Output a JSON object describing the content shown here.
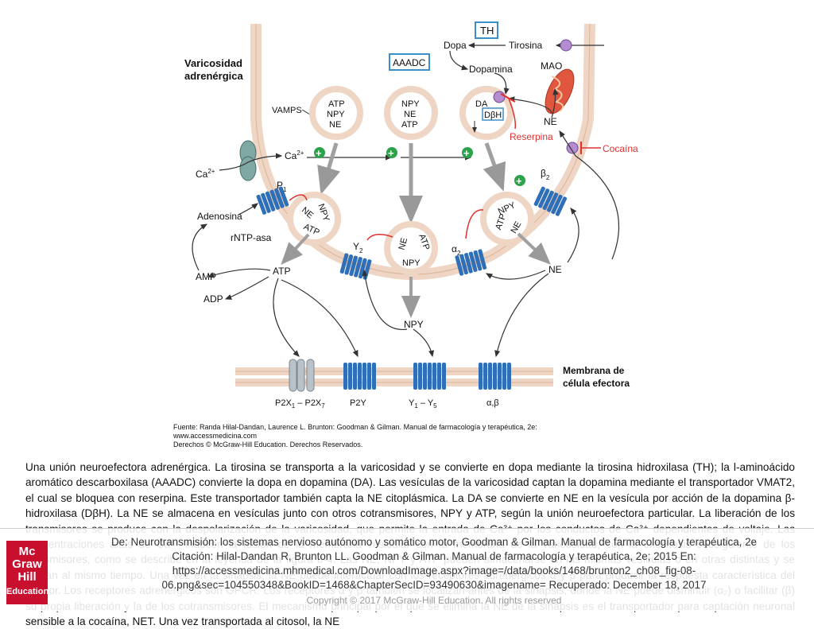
{
  "diagram": {
    "top_labels": {
      "th": "TH",
      "tirosina_top": "Tirosina",
      "dopa": "Dopa",
      "aaadc": "AAADC",
      "dopamina": "Dopamina",
      "mao": "MAO"
    },
    "varicosity_title": [
      "Varicosidad",
      "adrenérgica"
    ],
    "vamps": "VAMPS",
    "vesicle1": [
      "ATP",
      "NPY",
      "NE"
    ],
    "vesicle2": [
      "NPY",
      "NE",
      "ATP"
    ],
    "vesicle3": [
      "DA",
      "DβH"
    ],
    "ne_cytosol": "NE",
    "reserpina": "Reserpina",
    "cocaina": "Cocaína",
    "ca_out": "Ca",
    "ca_in": "Ca",
    "ca_sup": "2+",
    "plus": "+",
    "p1": "P",
    "p1_sub": "1",
    "beta2": "β",
    "beta2_sub": "2",
    "alpha2": "α",
    "alpha2_sub": "2",
    "y2": "Y",
    "y2_sub": "2",
    "fusing_left": [
      "NE",
      "NPY",
      "ATP"
    ],
    "fusing_mid": [
      "NE",
      "ATP",
      "NPY"
    ],
    "fusing_right": [
      "ATP",
      "NPY",
      "NE"
    ],
    "adenosina": "Adenosina",
    "rntp": "rNTP-asa",
    "amp": "AMP",
    "adp": "ADP",
    "atp_cleft": "ATP",
    "npy_cleft": "NPY",
    "ne_cleft": "NE",
    "membrane_label": [
      "Membrana de",
      "célula efectora"
    ],
    "receptors": [
      "P2X",
      "1",
      " – P2X",
      "7",
      "P2Y",
      "Y",
      "1",
      " – Y",
      "5",
      "α,β"
    ],
    "fuente": "Fuente: Randa Hilal-Dandan, Laurence L. Brunton: Goodman & Gilman. Manual de farmacología y terapéutica, 2e:",
    "fuente_web": "www.accessmedicina.com",
    "fuente_rights": "Derechos © McGraw-Hill Education. Derechos Reservados."
  },
  "caption": "Una unión neuroefectora adrenérgica. La tirosina se transporta a la varicosidad y se convierte en dopa mediante la tirosina hidroxilasa (TH); la l-aminoácido aromático descarboxilasa (AAADC) convierte la dopa en dopamina (DA). Las vesículas de la varicosidad captan la dopamina mediante el transportador VMAT2, el cual se bloquea con reserpina. Este transportador también capta la NE citoplásmica. La DA se convierte en NE en la vesícula por acción de la dopamina β-hidroxilasa (DβH). La NE se almacena en vesículas junto con otros cotransmisores, NPY y ATP, según la unión neuroefectora particular. La liberación de los transmisores se produce con la despolarización de la varicosidad, que permite la entrada de Ca²⁺ por los conductos de Ca²⁺ dependientes de voltaje. Las concentraciones altas de Ca²⁺ inducen la fusión de la membrana vesicular con la membrana de la varicosidad, con la exocitosis subsiguiente de los transmisores, como se describe en la leyenda de la figura 8-4. Las NE, NPY y ATP pueden almacenarse en las mismas vesículas o en otras distintas y se liberan al mismo tiempo. Una vez en la sinapsis, la NE puede interactuar con los receptores adrenérgicos α y β para producir la respuesta característica del efector. Los receptores adrenérgicos son GPCR. Los receptores α y β también se localizan antes de la sinapsis, donde la NE puede disminuir (α₂) o facilitar (β) su propia liberación y la de los cotransmisores. El mecanismo principal por el que se elimina la NE de la sinapsis es el transportador para captación neuronal sensible a la cocaína, NET. Una vez transportada al citosol, la NE",
  "footer": {
    "logo": [
      "Mc",
      "Graw",
      "Hill",
      "Education"
    ],
    "line1": "De: Neurotransmisión: los sistemas nervioso autónomo y somático motor, Goodman & Gilman. Manual de farmacología y terapéutica, 2e",
    "line2": "Citación: Hilal-Dandan R, Brunton LL. Goodman & Gilman. Manual de farmacología y terapéutica, 2e; 2015 En:",
    "line3": "https://accessmedicina.mhmedical.com/DownloadImage.aspx?image=/data/books/1468/brunton2_ch08_fig-08-",
    "line4": "06.png&sec=104550348&BookID=1468&ChapterSecID=93490630&imagename= Recuperado: December 18, 2017",
    "line5": "Copyright © 2017 McGraw-Hill Education. All rights reserved"
  }
}
